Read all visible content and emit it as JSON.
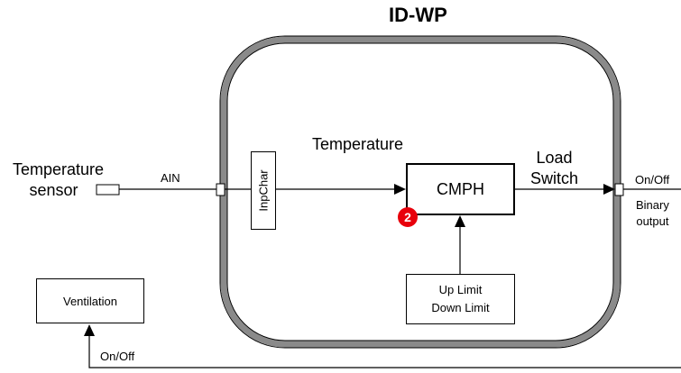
{
  "diagram": {
    "title": "ID-WP",
    "nodes": {
      "temperature_sensor_line1": "Temperature",
      "temperature_sensor_line2": "sensor",
      "inpchar": "InpChar",
      "cmph": "CMPH",
      "limits_line1": "Up Limit",
      "limits_line2": "Down Limit",
      "ventilation": "Ventilation"
    },
    "edge_labels": {
      "ain": "AIN",
      "temperature": "Temperature",
      "load_line1": "Load",
      "load_line2": "Switch",
      "onoff_out": "On/Off",
      "binary_line1": "Binary",
      "binary_line2": "output",
      "onoff_feedback": "On/Off"
    },
    "marker": "2",
    "colors": {
      "frame": "#8a8a8a",
      "marker": "#e8000b",
      "line": "#000000"
    }
  }
}
